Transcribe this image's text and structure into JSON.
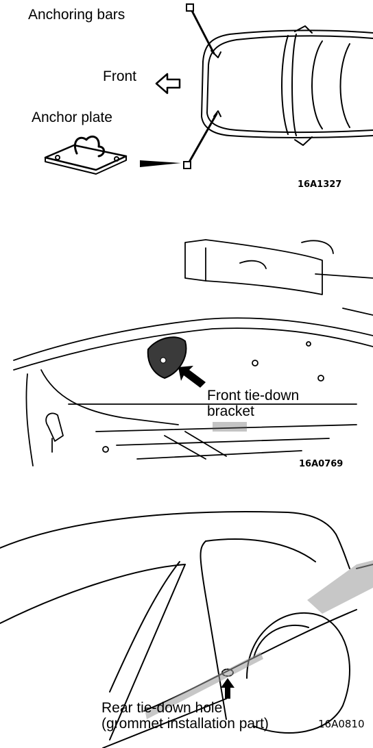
{
  "figure1": {
    "anchoring_bars": "Anchoring bars",
    "front": "Front",
    "anchor_plate": "Anchor plate",
    "code": "16A1327"
  },
  "figure2": {
    "callout_line1": "Front tie-down",
    "callout_line2": "bracket",
    "code": "16A0769"
  },
  "figure3": {
    "callout_line1": "Rear tie-down hole",
    "callout_line2": "(grommet installation part)",
    "code": "16A0810"
  }
}
